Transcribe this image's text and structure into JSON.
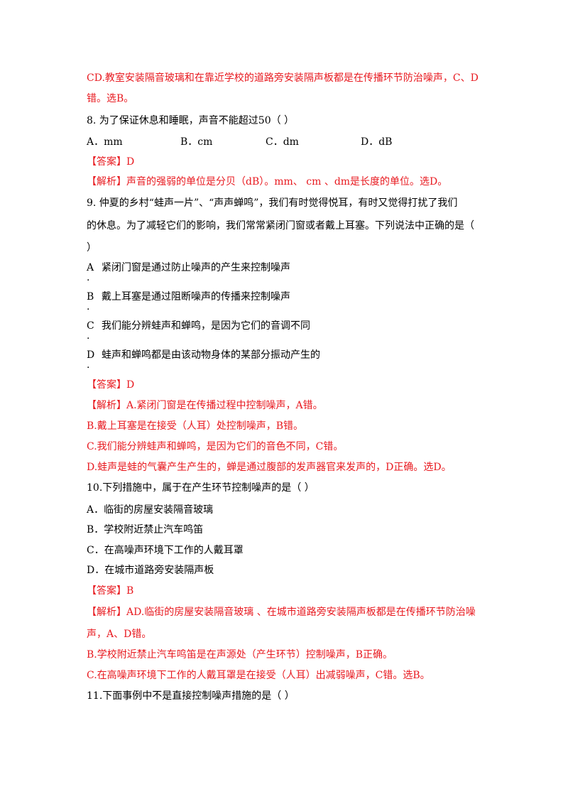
{
  "doc": {
    "l1": "CD.教室安装隔音玻璃和在靠近学校的道路旁安装隔声板都是在传播环节防治噪声，C、D",
    "l2": "错。选B。",
    "q8": {
      "stem": "8.  为了保证休息和睡眠，声音不能超过50（      ）",
      "options": [
        "A．mm",
        "B．cm",
        "C．dm",
        "D．dB"
      ],
      "answer_tag": "【答案】",
      "answer": "D",
      "expl_tag": "【解析】",
      "expl": "声音的强弱的单位是分贝（dB）。mm、  cm  、dm是长度的单位。选D。"
    },
    "q9": {
      "stem1": "9.  仲夏的乡村“蛙声一片”、“声声蝉鸣”，我们有时觉得悦耳，有时又觉得打扰了我们",
      "stem2": "的休息。为了减轻它们的影响，我们常常紧闭门窗或者戴上耳塞。下列说法中正确的是（",
      "stem3": "）",
      "options": [
        {
          "letter": "A",
          "text": "紧闭门窗是通过防止噪声的产生来控制噪声"
        },
        {
          "letter": "B",
          "text": "戴上耳塞是通过阻断噪声的传播来控制噪声"
        },
        {
          "letter": "C",
          "text": "我们能分辨蛙声和蝉鸣，是因为它们的音调不同"
        },
        {
          "letter": "D",
          "text": "蛙声和蝉鸣都是由该动物身体的某部分振动产生的"
        }
      ],
      "dot": "·",
      "answer_tag": "【答案】",
      "answer": "D",
      "expl_tag": "【解析】",
      "expl1": "A.紧闭门窗是在传播过程中控制噪声，A错。",
      "expl2": "B.戴上耳塞是在接受（人耳）处控制噪声，B错。",
      "expl3": "C.我们能分辨蛙声和蝉鸣，是因为它们的音色不同，C错。",
      "expl4": "D.蛙声是蛙的气囊产生产生的，蝉是通过腹部的发声器官来发声的，D正确。选D。"
    },
    "q10": {
      "stem": "10.下列措施中，属于在产生环节控制噪声的是（        ）",
      "options": [
        "A．临街的房屋安装隔音玻璃",
        "B．学校附近禁止汽车鸣笛",
        "C．在高噪声环境下工作的人戴耳罩",
        "D．在城市道路旁安装隔声板"
      ],
      "answer_tag": "【答案】",
      "answer": "B",
      "expl_tag": "【解析】",
      "expl1": "AD.临街的房屋安装隔音玻璃  、在城市道路旁安装隔声板都是在传播环节防治噪",
      "expl2": "声，A、D错。",
      "expl3": "B.学校附近禁止汽车鸣笛是在声源处（产生环节）控制噪声，B正确。",
      "expl4": "C.在高噪声环境下工作的人戴耳罩是在接受（人耳）出减弱噪声，C错。选B。"
    },
    "q11": {
      "stem": "11.下面事例中不是直接控制噪声措施的是（      ）"
    }
  }
}
